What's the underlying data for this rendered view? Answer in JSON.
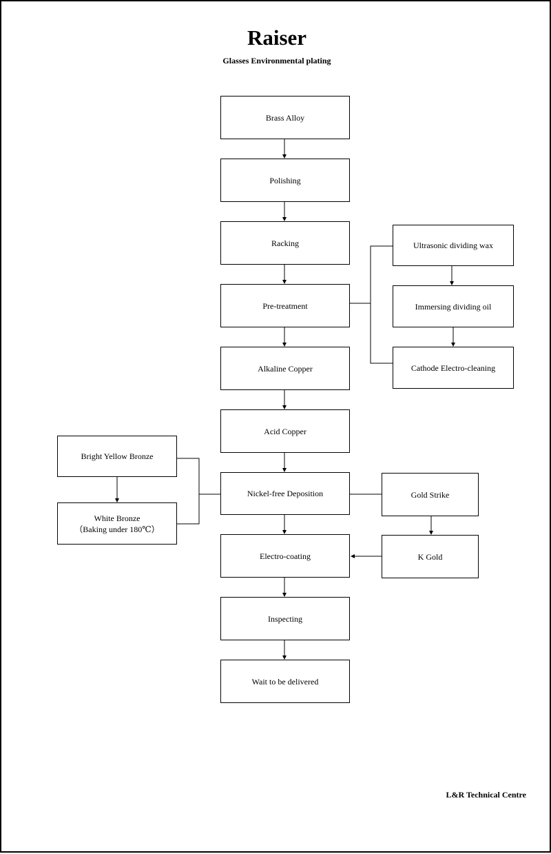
{
  "header": {
    "title": "Raiser",
    "subtitle": "Glasses Environmental plating"
  },
  "main_flow": {
    "brass_alloy": "Brass Alloy",
    "polishing": "Polishing",
    "racking": "Racking",
    "pre_treatment": "Pre-treatment",
    "alkaline_copper": "Alkaline Copper",
    "acid_copper": "Acid Copper",
    "nickel_free_deposition": "Nickel-free Deposition",
    "electro_coating": "Electro-coating",
    "inspecting": "Inspecting",
    "wait_to_be_delivered": "Wait to be delivered"
  },
  "pretreatment_steps": {
    "ultrasonic_dividing_wax": "Ultrasonic dividing wax",
    "immersing_dividing_oil": "Immersing dividing oil",
    "cathode_electro_cleaning": "Cathode Electro-cleaning"
  },
  "deposition_options": {
    "bright_yellow_bronze": "Bright Yellow Bronze",
    "white_bronze": "White Bronze",
    "white_bronze_note": "（Baking under 180℃）"
  },
  "gold_steps": {
    "gold_strike": "Gold Strike",
    "k_gold": "K Gold"
  },
  "footer": {
    "centre": "L&R Technical Centre"
  }
}
